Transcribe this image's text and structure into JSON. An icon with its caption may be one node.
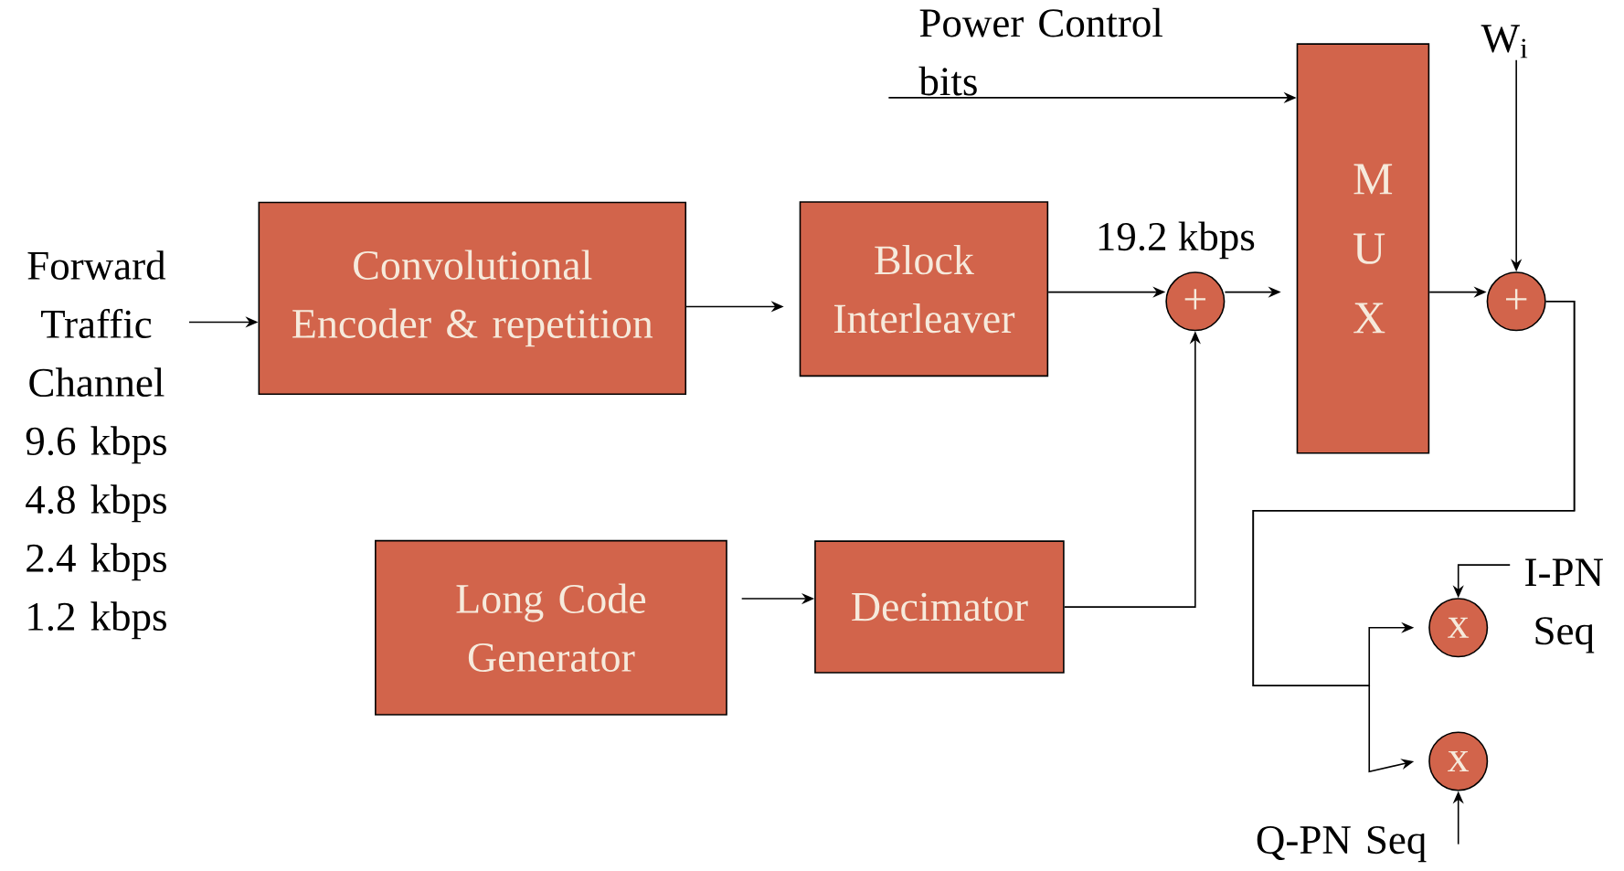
{
  "diagram": {
    "nodes": [
      {
        "text": [
          "Forward Traffic Channel",
          "9.6 kbps",
          "4.8 kbps",
          "2.4 kbps",
          "1.2 kbps"
        ]
      },
      {
        "text": [
          "Convolutional Encoder & repetition"
        ]
      },
      {
        "text": [
          "Block Interleaver"
        ]
      },
      {
        "text": [
          "+"
        ]
      },
      {
        "text": [
          "M U X"
        ]
      },
      {
        "text": [
          "+"
        ]
      },
      {
        "text": [
          "Long Code Generator"
        ]
      },
      {
        "text": [
          "Decimator"
        ]
      },
      {
        "text": [
          "x"
        ]
      },
      {
        "text": [
          "x"
        ]
      },
      {
        "text": [
          "Power Control bits"
        ]
      },
      {
        "text": [
          "W$_{i}$"
        ]
      },
      {
        "text": [
          "I-PN Seq"
        ]
      },
      {
        "text": [
          "Q-PN Seq"
        ]
      }
    ],
    "edges": [
      {
        "from": 0,
        "to": 1,
        "arrow": "to"
      },
      {
        "from": 1,
        "to": 2,
        "arrow": "to"
      },
      {
        "from": 2,
        "to": 3,
        "arrow": "to",
        "label": "19.2 kbps"
      },
      {
        "from": 3,
        "to": 4,
        "arrow": "to"
      },
      {
        "from": 10,
        "to": 4,
        "arrow": "to"
      },
      {
        "from": 4,
        "to": 5,
        "arrow": "to"
      },
      {
        "from": 11,
        "to": 5,
        "arrow": "to"
      },
      {
        "from": 6,
        "to": 7,
        "arrow": "to"
      },
      {
        "from": 7,
        "to": 3,
        "arrow": "to"
      },
      {
        "from": 5,
        "to": 8,
        "arrow": "to"
      },
      {
        "from": 5,
        "to": 9,
        "arrow": "to"
      },
      {
        "from": 12,
        "to": 8,
        "arrow": "to"
      },
      {
        "from": 13,
        "to": 9,
        "arrow": "to"
      }
    ]
  }
}
